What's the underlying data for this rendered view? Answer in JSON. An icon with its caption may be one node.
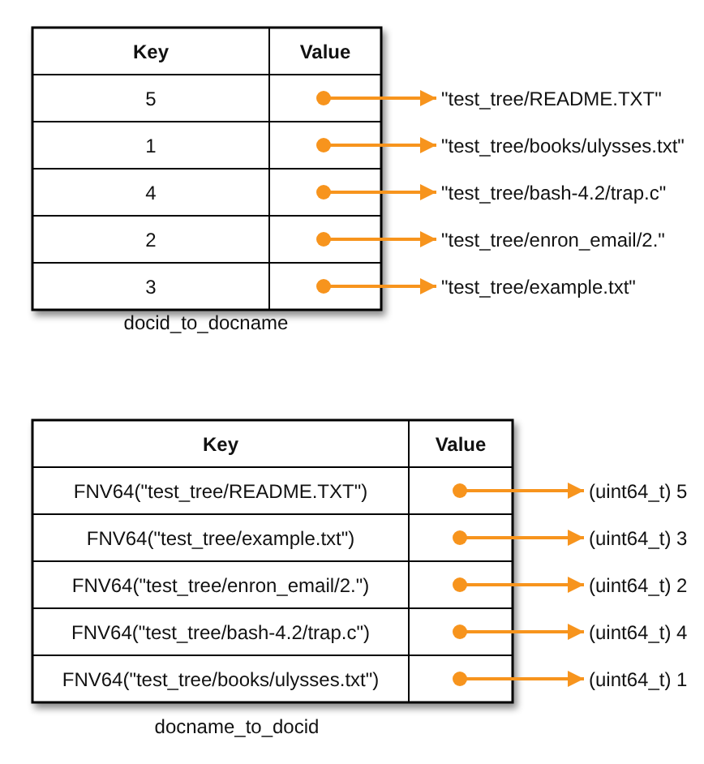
{
  "diagram": {
    "nodes": [
      {
        "text": [],
        "shape": "circle"
      },
      {
        "text": [],
        "shape": "circle"
      },
      {
        "text": [],
        "shape": "circle"
      },
      {
        "text": [],
        "shape": "circle"
      },
      {
        "text": [],
        "shape": "circle"
      },
      {
        "text": [
          "\"test_tree/README.TXT\""
        ]
      },
      {
        "text": [
          "\"test_tree/books/ulysses.txt\""
        ]
      },
      {
        "text": [
          "\"test_tree/bash-4.2/trap.c\""
        ]
      },
      {
        "text": [
          "\"test_tree/enron_email/2.\""
        ]
      },
      {
        "text": [
          "\"test_tree/example.txt\""
        ]
      },
      {
        "text": [],
        "shape": "circle"
      },
      {
        "text": [],
        "shape": "circle"
      },
      {
        "text": [],
        "shape": "circle"
      },
      {
        "text": [],
        "shape": "circle"
      },
      {
        "text": [],
        "shape": "circle"
      },
      {
        "text": [
          "(uint64_t) 5"
        ]
      },
      {
        "text": [
          "(uint64_t) 3"
        ]
      },
      {
        "text": [
          "(uint64_t) 2"
        ]
      },
      {
        "text": [
          "(uint64_t) 4"
        ]
      },
      {
        "text": [
          "(uint64_t) 1"
        ]
      }
    ],
    "edges": [
      {
        "from": 0,
        "to": 5,
        "arrow": "to"
      },
      {
        "from": 1,
        "to": 6,
        "arrow": "to"
      },
      {
        "from": 2,
        "to": 7,
        "arrow": "to"
      },
      {
        "from": 3,
        "to": 8,
        "arrow": "to"
      },
      {
        "from": 4,
        "to": 9,
        "arrow": "to"
      },
      {
        "from": 10,
        "to": 15,
        "arrow": "to"
      },
      {
        "from": 11,
        "to": 16,
        "arrow": "to"
      },
      {
        "from": 12,
        "to": 17,
        "arrow": "to"
      },
      {
        "from": 13,
        "to": 18,
        "arrow": "to"
      },
      {
        "from": 14,
        "to": 19,
        "arrow": "to"
      }
    ],
    "labels": [
      "Key",
      "Value",
      "5",
      "1",
      "4",
      "2",
      "3",
      "docid_to_docname",
      "Key",
      "Value",
      "FNV64(\"test_tree/README.TXT\")",
      "FNV64(\"test_tree/example.txt\")",
      "FNV64(\"test_tree/enron_email/2.\")",
      "FNV64(\"test_tree/bash-4.2/trap.c\")",
      "FNV64(\"test_tree/books/ulysses.txt\")",
      "docname_to_docid"
    ]
  }
}
